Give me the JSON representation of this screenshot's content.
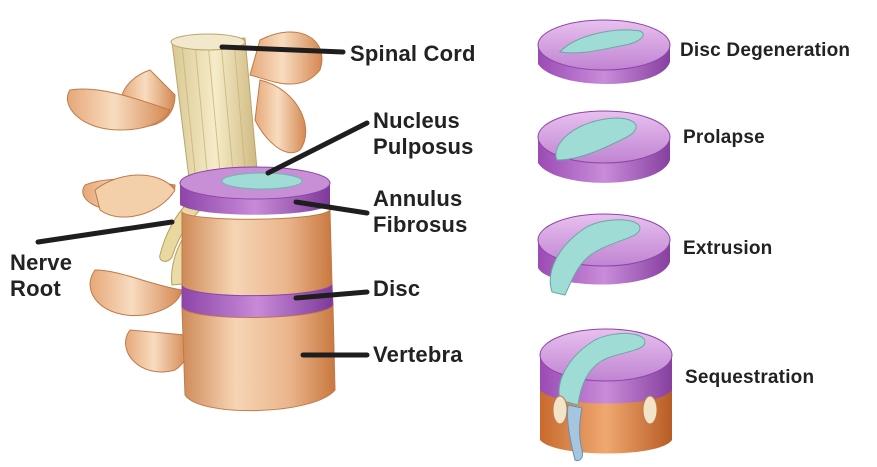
{
  "anatomy_labels": {
    "spinal_cord": "Spinal Cord",
    "nucleus_pulposus": [
      "Nucleus",
      "Pulposus"
    ],
    "annulus_fibrosus": [
      "Annulus",
      "Fibrosus"
    ],
    "nerve_root": [
      "Nerve",
      "Root"
    ],
    "disc": "Disc",
    "vertebra": "Vertebra"
  },
  "stages": [
    {
      "label": "Disc Degeneration"
    },
    {
      "label": "Prolapse"
    },
    {
      "label": "Extrusion"
    },
    {
      "label": "Sequestration"
    }
  ],
  "colors": {
    "bone": "#f2c9a4",
    "bone_shadow": "#d58f5c",
    "disc_purple": "#9b4fb6",
    "disc_light": "#d9a3e6",
    "nucleus": "#9fdcd6",
    "spinal_cord": "#efe1b4",
    "leader_line": "#1e1e1e"
  }
}
